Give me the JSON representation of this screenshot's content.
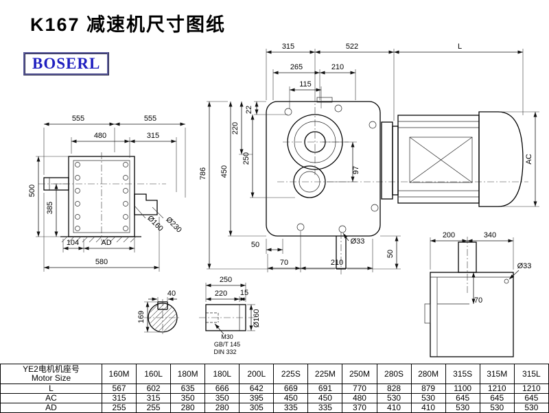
{
  "title": "K167 减速机尺寸图纸",
  "logo": "BOSERL",
  "dims": {
    "top_315": "315",
    "top_522": "522",
    "top_L": "L",
    "top_265": "265",
    "top_210": "210",
    "top_115": "115",
    "v22": "22",
    "v220": "220",
    "v250": "250",
    "v450": "450",
    "v786": "786",
    "v97": "97",
    "b50": "50",
    "b70": "70",
    "b210": "210",
    "dia33_front": "Ø33",
    "v50": "50",
    "ac": "AC",
    "s555_left": "555",
    "s555_right": "555",
    "s480": "480",
    "s315": "315",
    "s500": "500",
    "s385": "385",
    "s104": "104",
    "sAD": "AD",
    "s580": "580",
    "dia160_side": "Ø160",
    "dia230": "Ø230",
    "k40": "40",
    "k169": "169",
    "sh250": "250",
    "sh220": "220",
    "sh15": "15",
    "m30": "M30",
    "gbt145": "GB/T 145",
    "din332": "DIN 332",
    "dia160_shaft": "Ø160",
    "t200": "200",
    "t340": "340",
    "dia33_top": "Ø33",
    "t70": "70"
  },
  "table": {
    "header_cn": "YE2电机机座号",
    "header_en": "Motor Size",
    "columns": [
      "160M",
      "160L",
      "180M",
      "180L",
      "200L",
      "225S",
      "225M",
      "250M",
      "280S",
      "280M",
      "315S",
      "315M",
      "315L"
    ],
    "rows": [
      {
        "label": "L",
        "values": [
          "567",
          "602",
          "635",
          "666",
          "642",
          "669",
          "691",
          "770",
          "828",
          "879",
          "1100",
          "1210",
          "1210"
        ]
      },
      {
        "label": "AC",
        "values": [
          "315",
          "315",
          "350",
          "350",
          "395",
          "450",
          "450",
          "480",
          "530",
          "530",
          "645",
          "645",
          "645"
        ]
      },
      {
        "label": "AD",
        "values": [
          "255",
          "255",
          "280",
          "280",
          "305",
          "335",
          "335",
          "370",
          "410",
          "410",
          "530",
          "530",
          "530"
        ]
      }
    ]
  }
}
